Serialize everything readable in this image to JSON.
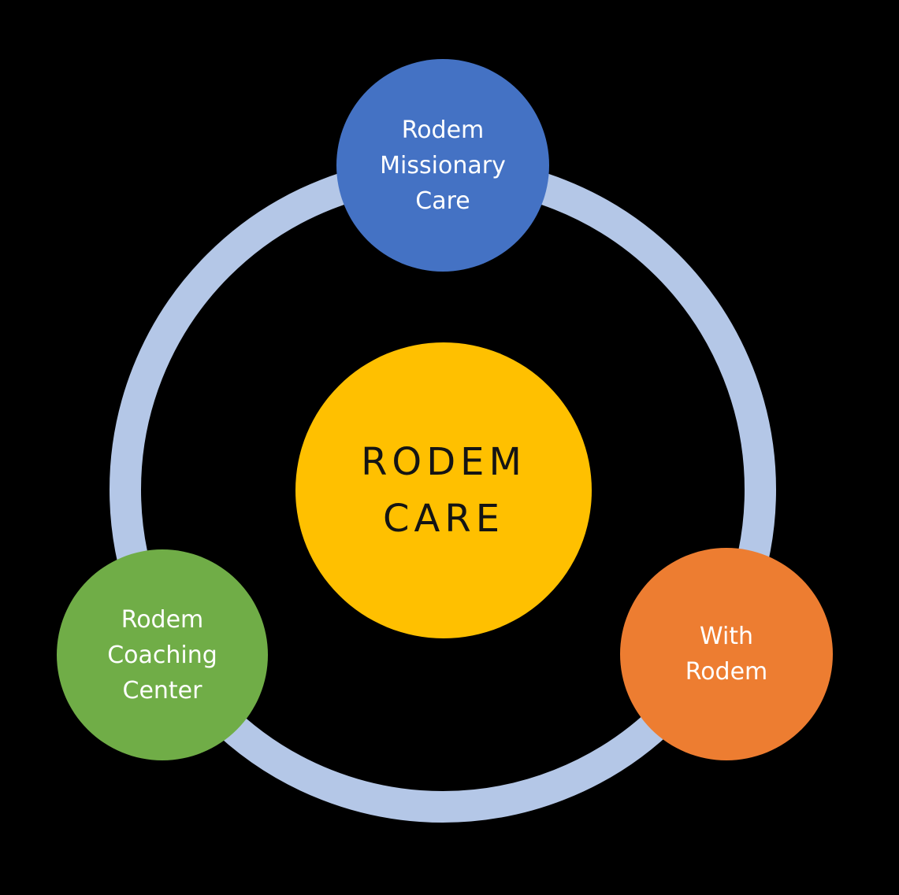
{
  "background_color": "#000000",
  "diagram": {
    "ring": {
      "color": "#B4C7E7"
    },
    "center": {
      "label": "RODEM CARE",
      "lines": [
        "RODEM",
        "CARE"
      ],
      "color": "#FFC000",
      "text_color": "#141414"
    },
    "nodes": [
      {
        "label": "Rodem Missionary Care",
        "lines": [
          "Rodem",
          "Missionary",
          "Care"
        ],
        "color": "#4472C4",
        "text_color": "#FFFFFF",
        "position": "top"
      },
      {
        "label": "Rodem Coaching Center",
        "lines": [
          "Rodem",
          "Coaching",
          "Center"
        ],
        "color": "#70AD47",
        "text_color": "#FFFFFF",
        "position": "bottom-left"
      },
      {
        "label": "With Rodem",
        "lines": [
          "With",
          "Rodem"
        ],
        "color": "#ED7D31",
        "text_color": "#FFFFFF",
        "position": "bottom-right"
      }
    ]
  }
}
